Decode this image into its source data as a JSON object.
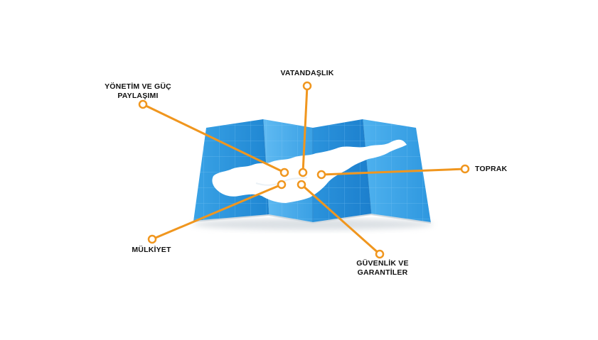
{
  "labels": {
    "yonetim_line1": "YÖNETİM VE GÜÇ",
    "yonetim_line2": "PAYLAŞIMI",
    "vatandaslik": "VATANDAŞLIK",
    "toprak": "TOPRAK",
    "mulkiyet": "MÜLKİYET",
    "guvenlik_line1": "GÜVENLİK VE",
    "guvenlik_line2": "GARANTİLER"
  },
  "colors": {
    "map_blue": "#2a8fd8",
    "map_blue_light": "#4fb0ee",
    "connector_orange": "#f0961e",
    "island_white": "#ffffff",
    "text": "#111111"
  }
}
